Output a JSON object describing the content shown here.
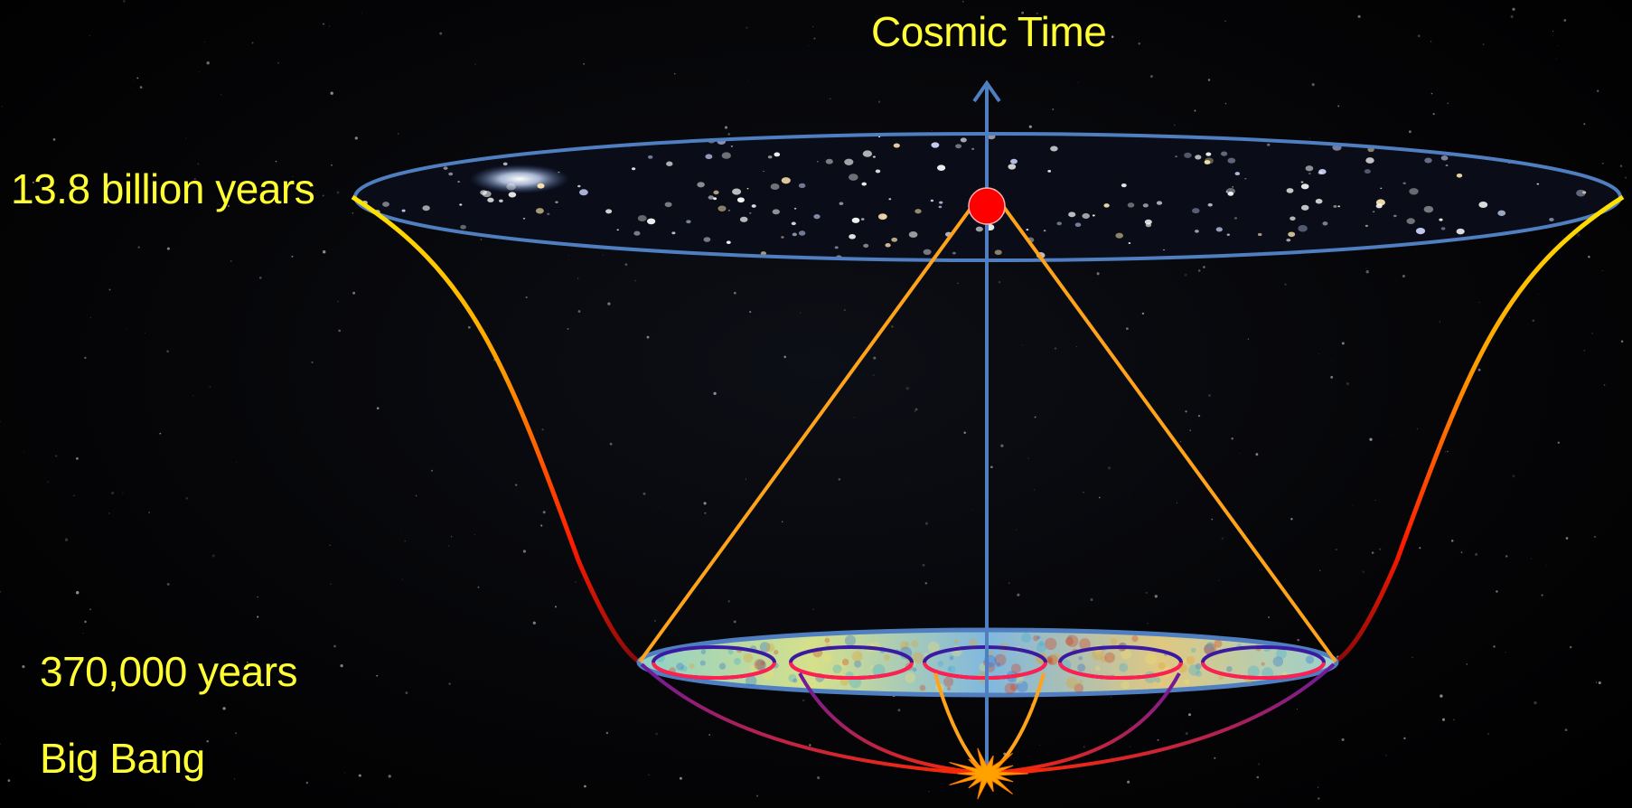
{
  "labels": {
    "axis_title": "Cosmic Time",
    "now": "13.8 billion years",
    "recombination": "370,000 years",
    "big_bang": "Big Bang"
  },
  "colors": {
    "label_text": "#ffff33",
    "axis": "#4f7fc0",
    "ellipse_outline": "#4f7fc0",
    "observer_dot": "#ff0000",
    "light_cone": "#ffa31a",
    "big_bang_burst": "#ffa200",
    "background": "#000000"
  },
  "icons": {
    "observer": "red-dot",
    "big_bang": "starburst"
  }
}
